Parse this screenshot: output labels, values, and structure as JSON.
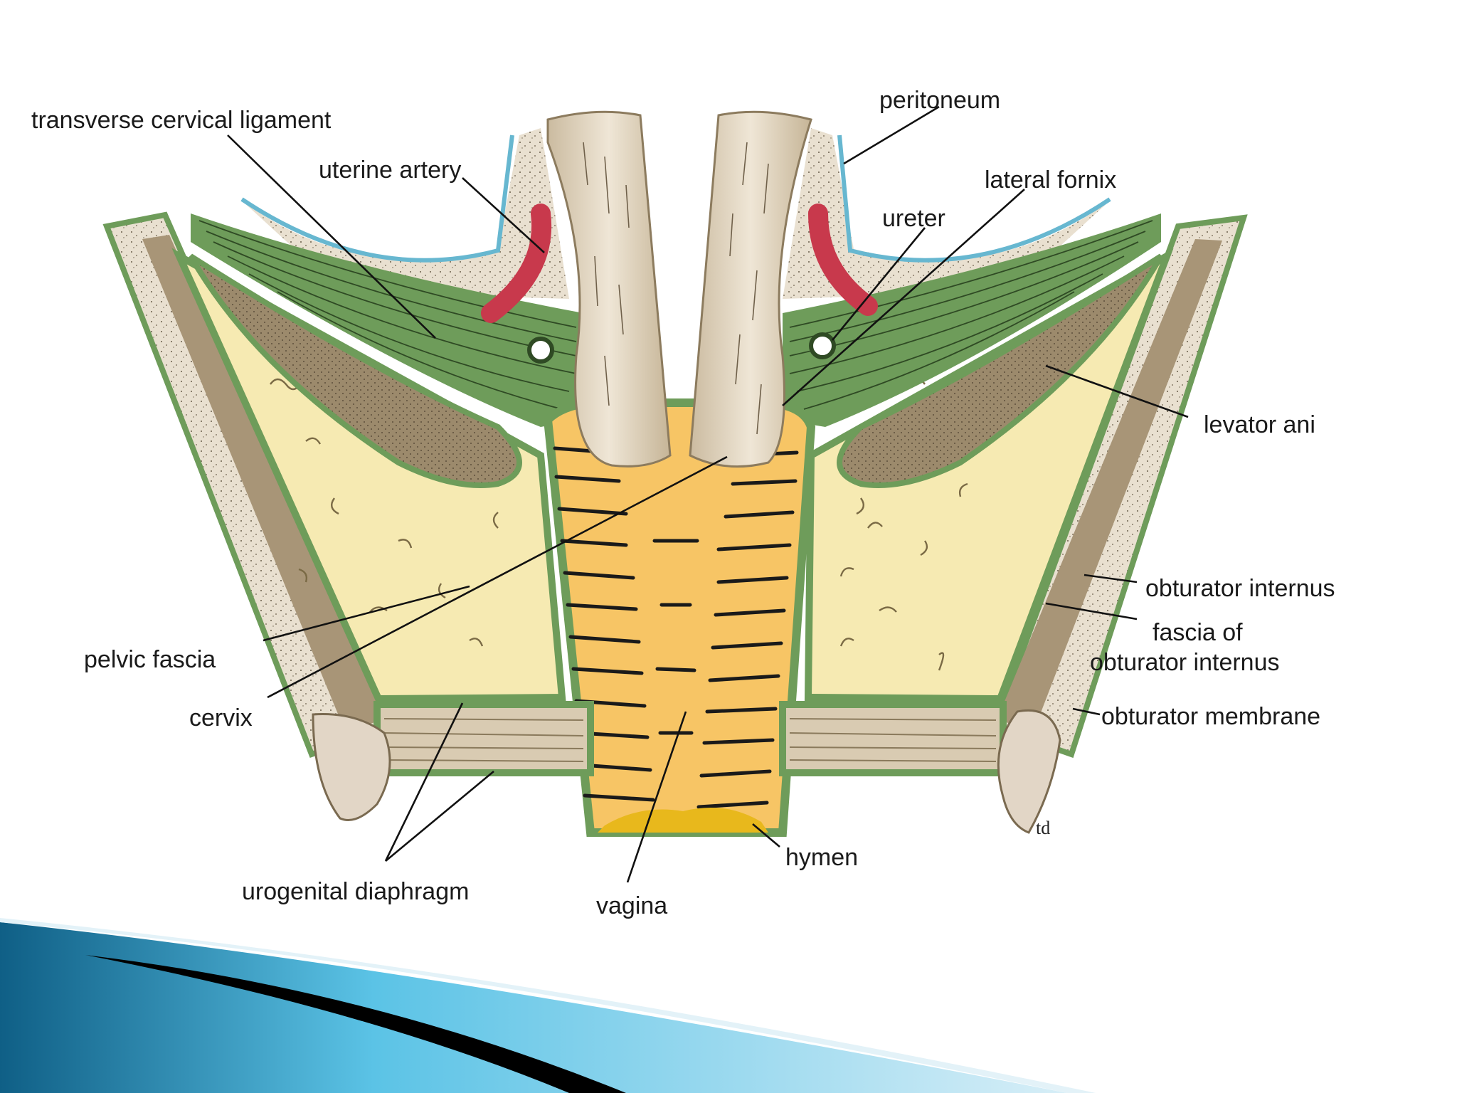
{
  "slide": {
    "accent_colors": {
      "blue_light": "#5bc3e6",
      "blue_dark": "#0f5f86",
      "black": "#000000"
    }
  },
  "diagram": {
    "palette": {
      "muscle": "#6e9c5a",
      "fat": "#f6eab2",
      "vagina": "#f7c565",
      "cervix": "#d9cbb2",
      "artery": "#c8394c",
      "bone": "#e2d6c6",
      "peritoneum": "#67b7d0"
    },
    "labels": {
      "transverse_cervical_ligament": "transverse cervical ligament",
      "uterine_artery": "uterine artery",
      "peritoneum": "peritoneum",
      "lateral_fornix": "lateral fornix",
      "ureter": "ureter",
      "levator_ani": "levator ani",
      "obturator_internus": "obturator internus",
      "fascia_of_line1": "fascia of",
      "fascia_of_line2": "obturator internus",
      "obturator_membrane": "obturator membrane",
      "pelvic_fascia": "pelvic fascia",
      "cervix": "cervix",
      "urogenital_diaphragm": "urogenital diaphragm",
      "vagina": "vagina",
      "hymen": "hymen",
      "signature": "td"
    }
  }
}
